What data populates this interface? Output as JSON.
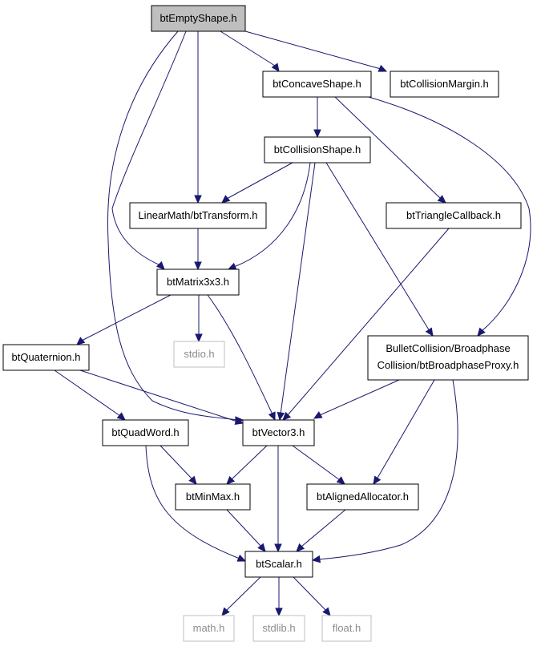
{
  "colors": {
    "edge": "#191970",
    "root_fill": "#bfbfbf",
    "system_border": "#bfbfbf",
    "node_border": "#000000"
  },
  "nodes": {
    "btEmptyShape_h": "btEmptyShape.h",
    "btConcaveShape_h": "btConcaveShape.h",
    "btCollisionMargin_h": "btCollisionMargin.h",
    "btCollisionShape_h": "btCollisionShape.h",
    "btTransform_h": "LinearMath/btTransform.h",
    "btTriangleCallback_h": "btTriangleCallback.h",
    "btMatrix3x3_h": "btMatrix3x3.h",
    "btBroadphaseProxy_h_line1": "BulletCollision/Broadphase",
    "btBroadphaseProxy_h_line2": "Collision/btBroadphaseProxy.h",
    "btQuaternion_h": "btQuaternion.h",
    "stdio_h": "stdio.h",
    "btQuadWord_h": "btQuadWord.h",
    "btVector3_h": "btVector3.h",
    "btMinMax_h": "btMinMax.h",
    "btAlignedAllocator_h": "btAlignedAllocator.h",
    "btScalar_h": "btScalar.h",
    "math_h": "math.h",
    "stdlib_h": "stdlib.h",
    "float_h": "float.h"
  }
}
